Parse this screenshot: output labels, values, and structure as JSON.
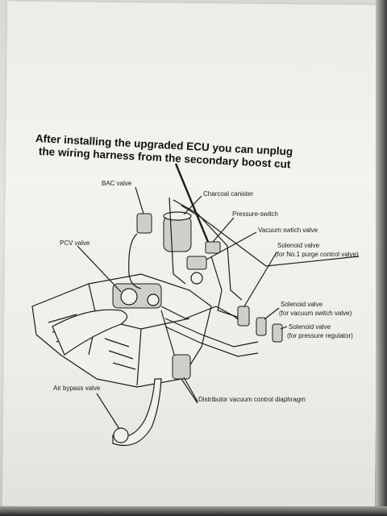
{
  "caption": {
    "line1": "After installing the upgraded ECU you can unplug",
    "line2": "the wiring harness from the secondary boost cut"
  },
  "labels": {
    "bac_valve": "BAC valve",
    "charcoal_canister": "Charcoal canister",
    "pressure_switch": "Pressure-switch",
    "vacuum_switch_valve": "Vacuum swtich valve",
    "pcv_valve": "PCV valve",
    "solenoid_purge_1": "Solenoid valve",
    "solenoid_purge_2": "(for No.1 purge control valve)",
    "solenoid_vacuum_1": "Solenoid valve",
    "solenoid_vacuum_2": "(for vacuum switch valve)",
    "solenoid_pressure_1": "Solenoid valve",
    "solenoid_pressure_2": "(for pressure regulator)",
    "air_bypass_valve": "Air bypass valve",
    "distributor": "Distributor vacuum control diaphragm"
  },
  "colors": {
    "ink": "#1b1b1b",
    "paper": "#f1f1ed",
    "background": "#2a2a2a"
  }
}
